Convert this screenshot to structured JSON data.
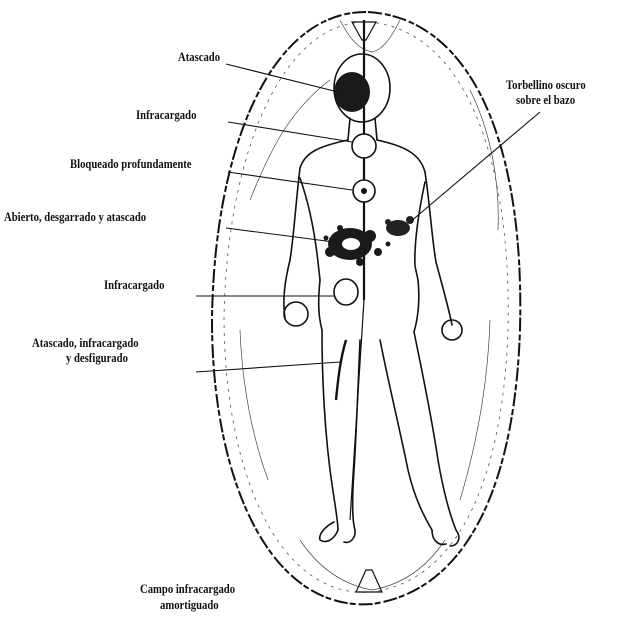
{
  "diagram": {
    "labels": {
      "atascado": "Atascado",
      "infracargado_top": "Infracargado",
      "bloqueado": "Bloqueado profundamente",
      "abierto": "Abierto, desgarrado y atascado",
      "infracargado_low": "Infracargado",
      "atascado_multi_line1": "Atascado, infracargado",
      "atascado_multi_line2": "y desfigurado",
      "torbellino_line1": "Torbellino oscuro",
      "torbellino_line2": "sobre el bazo",
      "campo_line1": "Campo infracargado",
      "campo_line2": "amortiguado"
    }
  }
}
